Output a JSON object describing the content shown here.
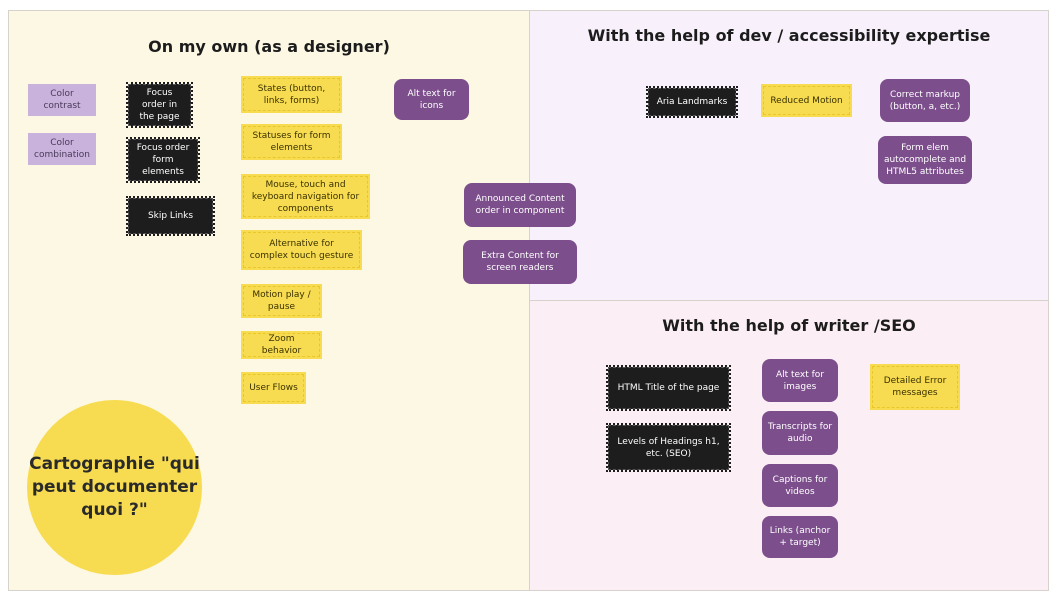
{
  "zones": {
    "left": {
      "title": "On my own (as a designer)"
    },
    "dev": {
      "title": "With the help of dev / accessibility expertise"
    },
    "seo": {
      "title": "With the help of writer /SEO"
    }
  },
  "circle": {
    "text": "Cartographie \"qui peut documenter quoi ?\""
  },
  "notes": {
    "color_contrast": "Color contrast",
    "color_combination": "Color combination",
    "focus_order_page": "Focus order in the page",
    "focus_order_form": "Focus order form elements",
    "skip_links": "Skip Links",
    "states": "States (button, links, forms)",
    "statuses_form": "Statuses for form elements",
    "mouse_touch_keyboard": "Mouse, touch and keyboard navigation for components",
    "alt_complex_gesture": "Alternative for complex touch gesture",
    "motion_play": "Motion play / pause",
    "zoom_behavior": "Zoom behavior",
    "user_flows": "User Flows",
    "alt_text_icons": "Alt text for icons",
    "announced_content": "Announced Content order in component",
    "extra_content": "Extra Content for screen readers",
    "aria_landmarks": "Aria Landmarks",
    "reduced_motion": "Reduced Motion",
    "correct_markup": "Correct markup (button, a, etc.)",
    "form_autocomplete": "Form elem autocomplete and HTML5 attributes",
    "html_title": "HTML Title of the page",
    "levels_headings": "Levels of Headings h1, etc. (SEO)",
    "alt_text_images": "Alt text for images",
    "transcripts_audio": "Transcripts for audio",
    "captions_videos": "Captions for videos",
    "links_anchor": "Links (anchor + target)",
    "detailed_error": "Detailed Error messages"
  },
  "colors": {
    "designer_zone": "#fdf8e4",
    "dev_zone": "#f8f1fb",
    "seo_zone": "#fbeef4",
    "yellow_note": "#f7dc52",
    "black_note": "#1d1d1d",
    "purple_note": "#7c4f8c",
    "lilac_note": "#c9b2dc"
  }
}
